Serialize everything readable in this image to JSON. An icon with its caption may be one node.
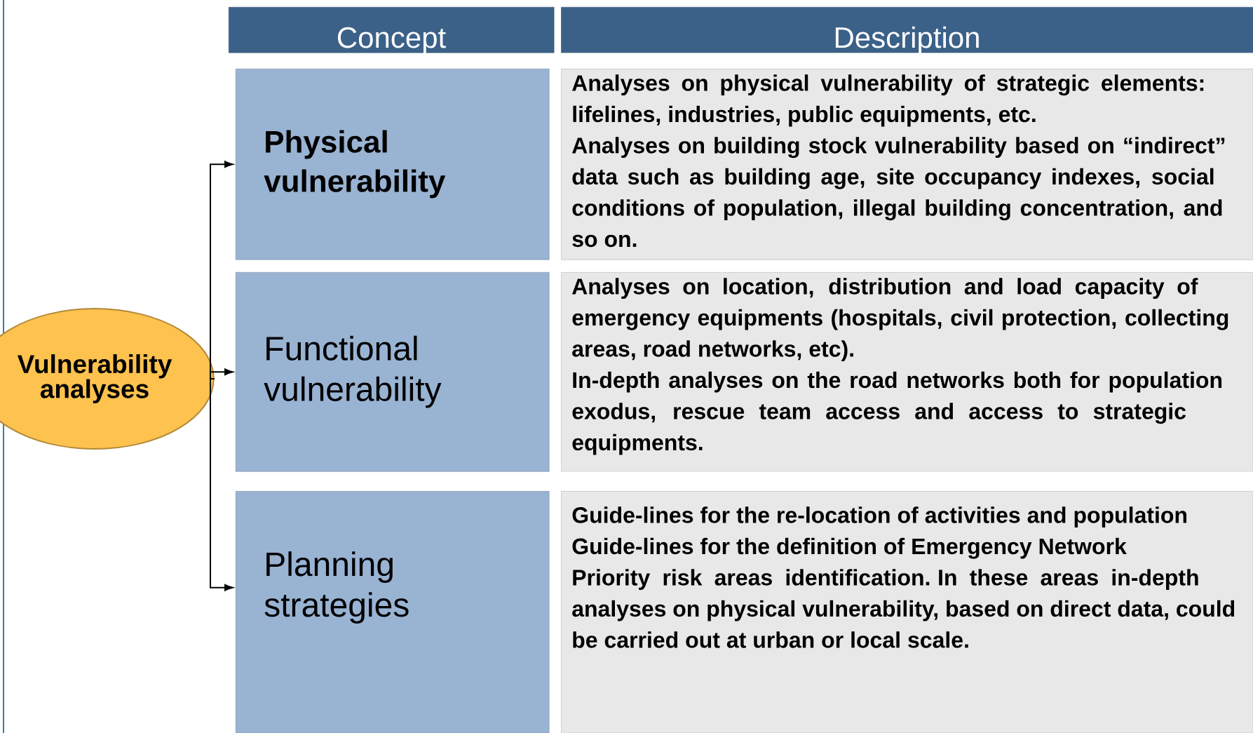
{
  "diagram": {
    "nodes": [
      {
        "text": [
          "Concept"
        ]
      },
      {
        "text": [
          "Description"
        ]
      },
      {
        "text": [
          "Vulnerability analyses"
        ]
      },
      {
        "text": [
          "Physical vulnerability"
        ]
      },
      {
        "text": [
          "Analyses on physical vulnerability of strategic elements: lifelines, industries, public equipments, etc.",
          "Analyses on building stock vulnerability based on “indirect” data such as building age, site occupancy indexes, social conditions of population, illegal building concentration, and so on."
        ]
      },
      {
        "text": [
          "Functional vulnerability"
        ]
      },
      {
        "text": [
          "Analyses on location, distribution and load capacity of emergency equipments (hospitals, civil protection, collecting areas, road networks, etc).",
          "In-depth analyses on the road networks both for population exodus, rescue team access and access to strategic equipments."
        ]
      },
      {
        "text": [
          "Planning strategies"
        ]
      },
      {
        "text": [
          "Guide-lines for the re-location of activities and population",
          "Guide-lines for the definition of Emergency Network",
          "Priority risk areas identification. In these areas in-depth analyses on physical vulnerability, based on direct data, could be carried out at urban or local scale."
        ]
      }
    ],
    "edges": [
      {
        "from": 2,
        "to": 3,
        "arrow": "to"
      },
      {
        "from": 2,
        "to": 5,
        "arrow": "to"
      },
      {
        "from": 2,
        "to": 7,
        "arrow": "to"
      }
    ]
  }
}
